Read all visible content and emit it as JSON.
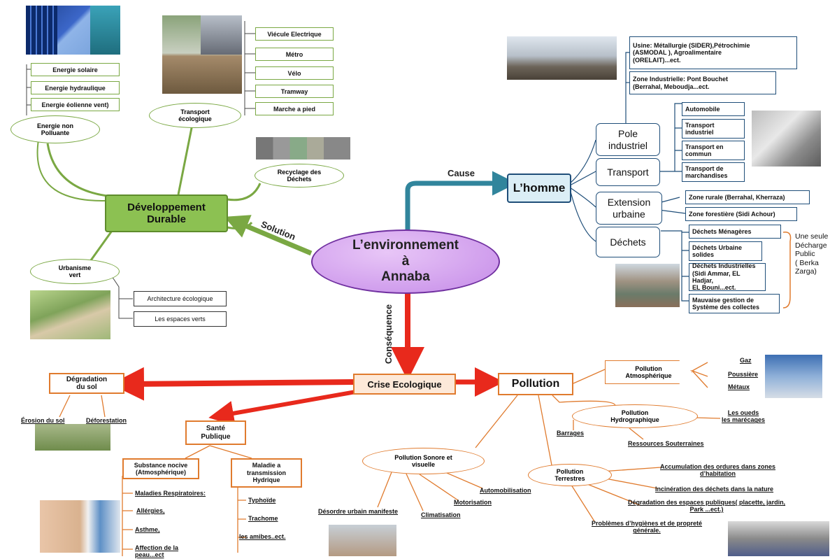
{
  "center": {
    "line1": "L’environnement",
    "line2": "à",
    "line3": "Annaba"
  },
  "links": {
    "solution": "Solution",
    "cause": "Cause",
    "consequence": "Conséquence"
  },
  "dev": {
    "title": "Développement\nDurable",
    "energie": {
      "oval": "Energie non\nPolluante",
      "items": [
        "Energie solaire",
        "Energie hydraulique",
        "Energie éolienne vent)"
      ]
    },
    "transport": {
      "oval": "Transport\nécologique",
      "items": [
        "Viécule Electrique",
        "Métro",
        "Vélo",
        "Tramway",
        "Marche a pied"
      ]
    },
    "recyclage": "Recyclage des\nDéchets",
    "urbanisme": {
      "oval": "Urbanisme\nvert",
      "items": [
        "Architecture écologique",
        "Les espaces verts"
      ]
    }
  },
  "homme": {
    "title": "L’homme",
    "pole": {
      "label": "Pole\nindustriel",
      "items": [
        "Usine: Métallurgie (SIDER),Pétrochimie\n(ASMODAL ), Agroalimentaire\n(ORELAIT)...ect.",
        "Zone Industrielle: Pont Bouchet\n(Berrahal, Meboudja...ect."
      ]
    },
    "transport": {
      "label": "Transport",
      "items": [
        "Automobile",
        "Transport\nindustriel",
        "Transport en\ncommun",
        "Transport de\nmarchandises"
      ]
    },
    "extension": {
      "label": "Extension\nurbaine",
      "items": [
        "Zone rurale (Berrahal, Kherraza)",
        "Zone forestière (Sidi Achour)"
      ]
    },
    "dechets": {
      "label": "Déchets",
      "items": [
        "Déchets Ménagères",
        "Déchets Urbaine\nsolides",
        "Déchets Industrielles\n(Sidi Ammar, EL Hadjar,\nEL Bouni...ect.",
        "Mauvaise gestion de\nSystème des collectes"
      ],
      "note": "Une seule\nDécharge\nPublic\n( Berka\nZarga)"
    }
  },
  "crise": {
    "title": "Crise Ecologique",
    "degradation": {
      "label": "Dégradation\ndu sol",
      "items": [
        "Érosion du sol",
        "Déforestation"
      ]
    },
    "sante": {
      "label": "Santé\nPublique",
      "substance": {
        "label": "Substance nocive\n(Atmosphérique)",
        "items": [
          "Maladies Respiratoires:",
          "Allérgies,",
          "Asthme,",
          "Affection de la\npeau...ect"
        ]
      },
      "maladie": {
        "label": "Maladie a\ntransmission\nHydrique",
        "items": [
          "Typhoïde",
          "Trachome",
          "les amibes..ect."
        ]
      }
    }
  },
  "pollution": {
    "title": "Pollution",
    "atmo": {
      "label": "Pollution\nAtmosphérique",
      "items": [
        "Gaz",
        "Poussière",
        "Métaux"
      ]
    },
    "hydro": {
      "label": "Pollution\nHydrographique",
      "items": [
        "Les oueds\nles marécages",
        "Barrages",
        "Ressources Souterraines"
      ]
    },
    "sonore": {
      "label": "Pollution Sonore et\nvisuelle",
      "items": [
        "Automobilisation",
        "Motorisation",
        "Climatisation",
        "Désordre urbain manifeste"
      ]
    },
    "terrestre": {
      "label": "Pollution\nTerrestres",
      "items": [
        "Accumulation des ordures dans zones\nd’habitation",
        "Incinération des déchets dans la nature",
        "Dégradation des espaces publiques( placette, jardin,\nPark ...ect.)",
        "Problèmes d’hygiènes et de propreté\ngénérale."
      ]
    }
  },
  "colors": {
    "green": "#7aa843",
    "green_fill": "#8cc152",
    "blue": "#31859c",
    "red": "#e8291c",
    "orange": "#e07b2e",
    "center_fill": "#d9a3f2",
    "center_border": "#7030a0"
  }
}
